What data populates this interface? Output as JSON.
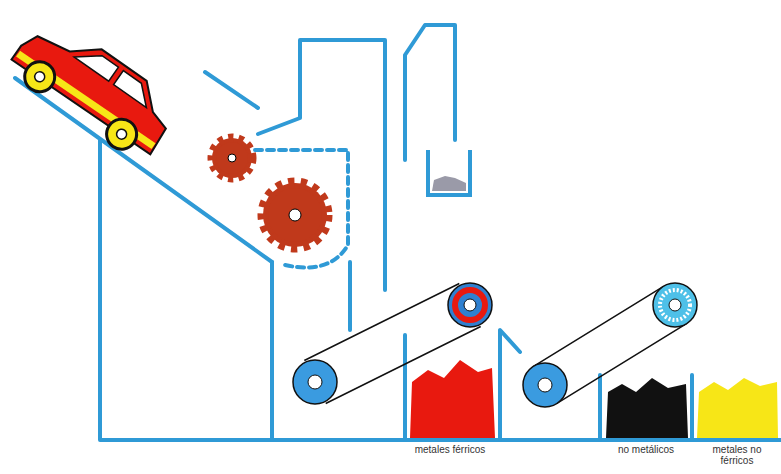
{
  "diagram": {
    "labels": [
      "metales férricos",
      "no metálicos",
      "metales no férricos"
    ]
  }
}
